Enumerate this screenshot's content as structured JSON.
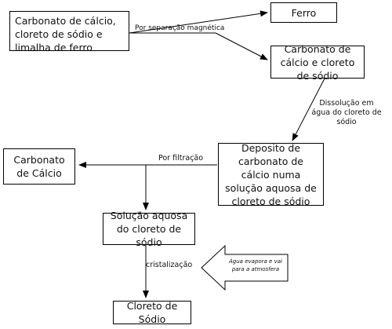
{
  "boxes": {
    "mixture": "Carbonato de cálcio, cloreto de sódio e limalha de ferro",
    "iron": "Ferro",
    "carbonate_chloride": "Carbonato de cálcio e cloreto de sódio",
    "deposit": "Deposito de carbonato de cálcio numa solução aquosa de cloreto de sódio",
    "calcium_carbonate": "Carbonato de Cálcio",
    "aqueous_solution": "Solução aquosa do cloreto de sódio",
    "sodium_chloride": "Cloreto de Sódio"
  },
  "labels": {
    "magnetic": "Por separação magnética",
    "dissolution": "Dissolução em água do cloreto de sódio",
    "filtration": "Por filtração",
    "crystallization": "cristalização",
    "water_evaporates": "Água evapora e vai para a atmosfera"
  }
}
